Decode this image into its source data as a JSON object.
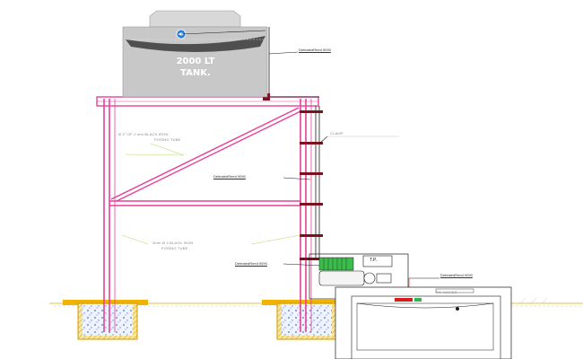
{
  "tank": {
    "capacity_label": "2000 LT",
    "type_label": "TANK."
  },
  "labels": {
    "callout_top": "DefeatedReed 9090",
    "callout_mid": "DefeatedReed 9090",
    "callout_pump": "DefeatedReed 9090",
    "callout_right": "DefeatedReed 9090",
    "clamp": "CLAMP",
    "tube_upper_1": "Ø 2\" OF 2 mm BLACK IRON",
    "tube_upper_2": "POSING TUBE",
    "tube_lower_1": "2mm Ø 3 BLACK IRON",
    "tube_lower_2": "POSING TUBE",
    "panel_box": "T.P.",
    "right_note": "0% VALVES"
  },
  "colors": {
    "frame": "#e8409a",
    "frame_dark": "#b0306f",
    "tank_body": "#c8c8c8",
    "tank_top": "#d8d8d8",
    "ground": "#f0b400",
    "footing_fill": "#e4ecff",
    "pipe": "#1a1a1a",
    "bracket": "#7a1020",
    "leader_green": "#b8d870",
    "pump_green": "#3bbd4b",
    "logo_blue": "#2a7fd6"
  }
}
